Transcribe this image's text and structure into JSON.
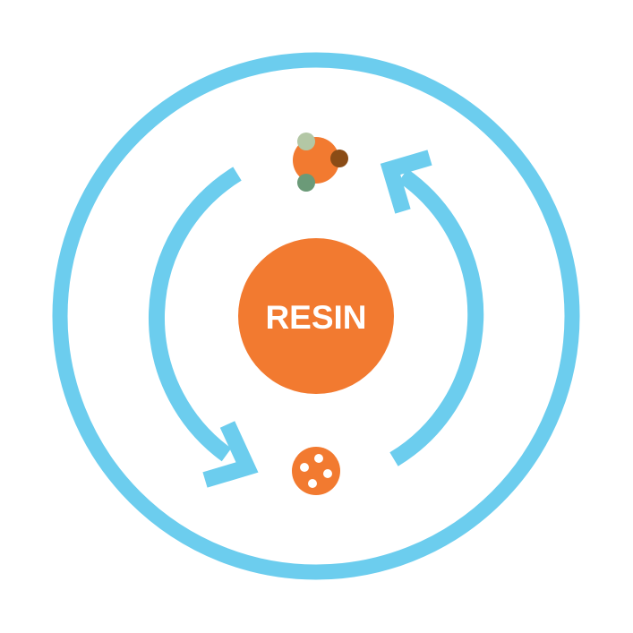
{
  "diagram": {
    "center_label": "RESIN",
    "colors": {
      "ring": "#6ccdee",
      "resin": "#f27a30",
      "bead_pale_green": "#b3c7a5",
      "bead_brown": "#8a4c16",
      "bead_green": "#6b9a78",
      "white": "#ffffff"
    },
    "icons": {
      "top_particle": "orange-molecule-with-three-beads",
      "bottom_particle": "orange-circle-with-white-dots",
      "left_arrow": "clockwise-down-arrow",
      "right_arrow": "clockwise-up-arrow"
    }
  }
}
